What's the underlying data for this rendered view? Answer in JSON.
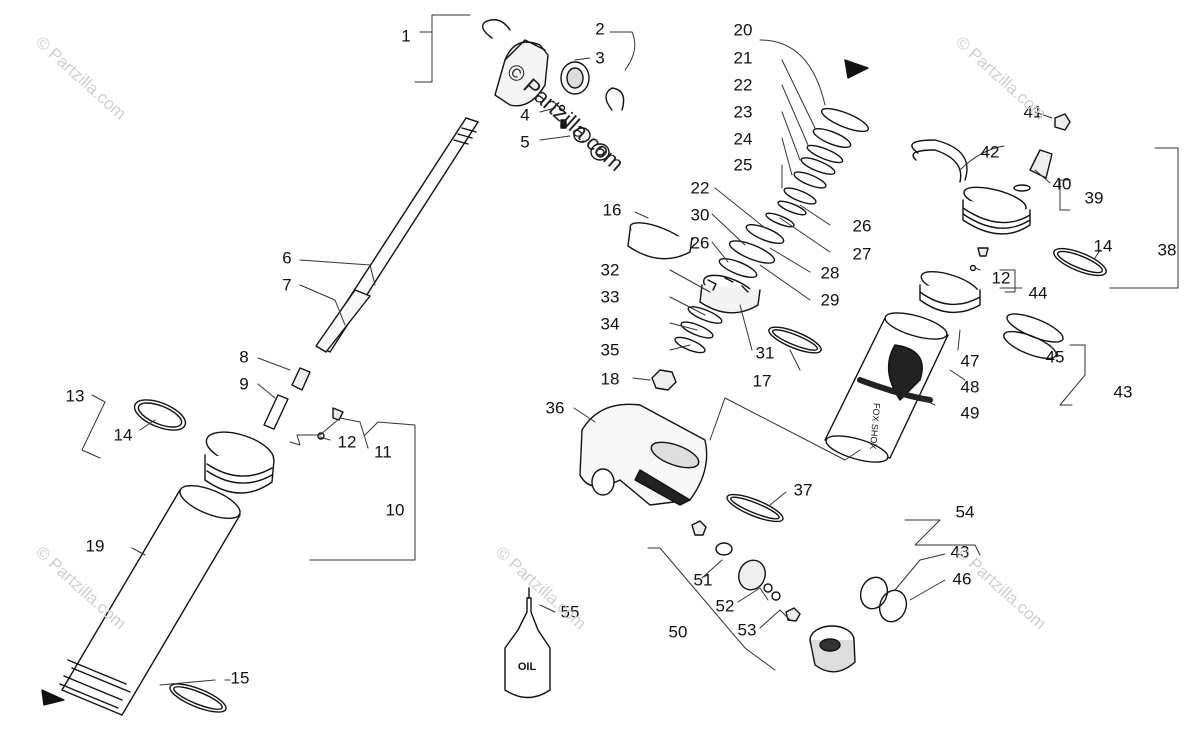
{
  "callouts": [
    "1",
    "2",
    "3",
    "4",
    "5",
    "6",
    "7",
    "8",
    "9",
    "10",
    "11",
    "12",
    "13",
    "14",
    "15",
    "16",
    "17",
    "18",
    "19",
    "20",
    "21",
    "22",
    "23",
    "24",
    "25",
    "26",
    "27",
    "28",
    "29",
    "30",
    "31",
    "32",
    "33",
    "34",
    "35",
    "36",
    "37",
    "38",
    "39",
    "40",
    "41",
    "42",
    "43",
    "44",
    "45",
    "46",
    "47",
    "48",
    "49",
    "50",
    "51",
    "52",
    "53",
    "54",
    "55"
  ],
  "watermark": {
    "main": "© Partzilla.com",
    "faint": "© Partzilla.com"
  },
  "labels": {
    "oil": "OIL",
    "reservoir_brand": "FOX SHOX"
  }
}
